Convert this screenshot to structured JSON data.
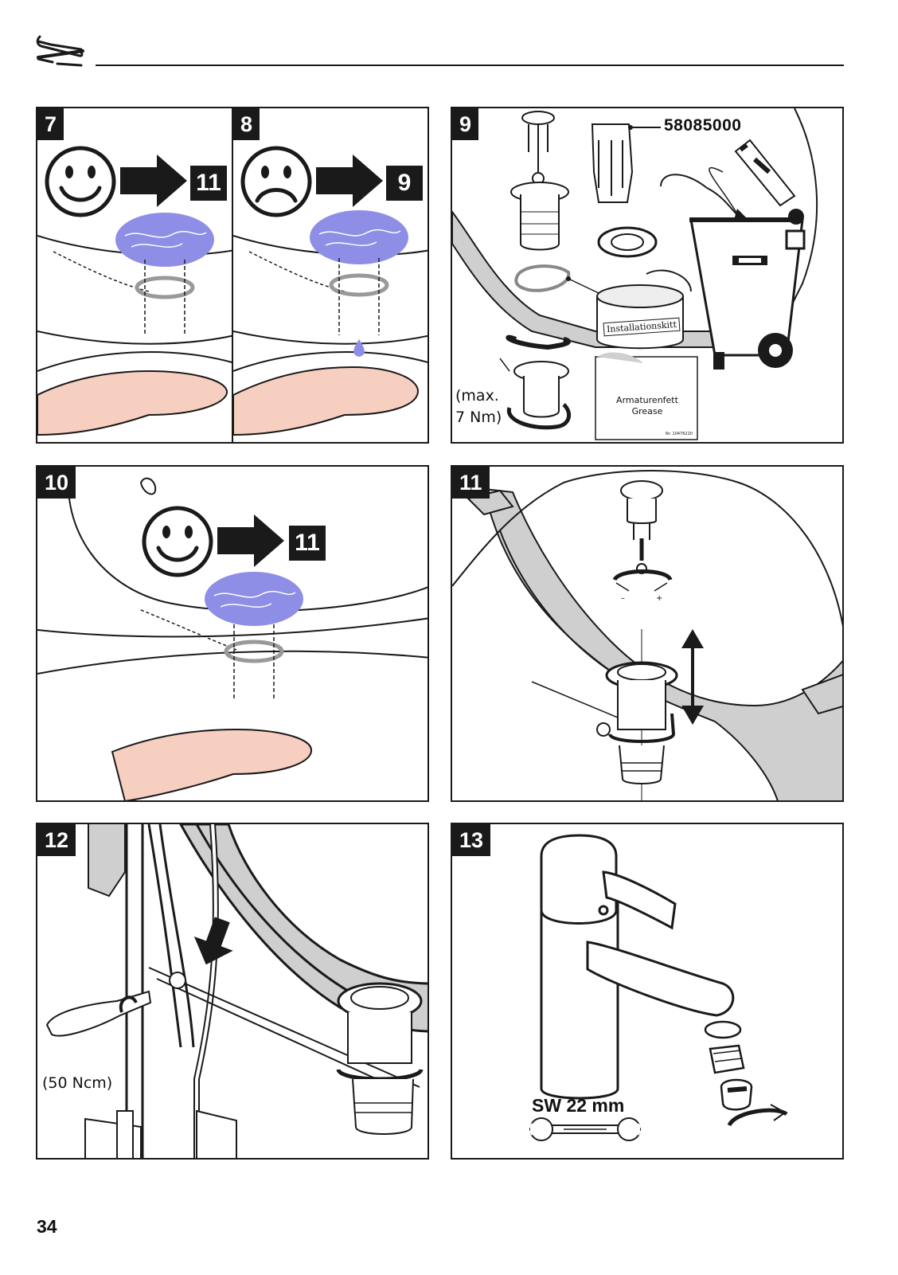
{
  "header": {
    "icon": "wrench-screwdriver-icon"
  },
  "colors": {
    "ink": "#1a1a1a",
    "water": "#8f8ee6",
    "skin": "#f7cfc0",
    "grey": "#cfcfcf"
  },
  "panels": {
    "p7": {
      "step": "7",
      "target": "11",
      "face": "smiley-happy"
    },
    "p8": {
      "step": "8",
      "target": "9",
      "face": "smiley-sad"
    },
    "p9": {
      "step": "9",
      "part_number": "58085000",
      "torque": "(max.\n7 Nm)",
      "putty_label": "Installationskitt",
      "grease_label": "Armaturenfett\nGrease",
      "grease_code": "Nr. 10476220"
    },
    "p10": {
      "step": "10",
      "target": "11",
      "face": "smiley-happy"
    },
    "p11": {
      "step": "11",
      "minus": "–",
      "plus": "+"
    },
    "p12": {
      "step": "12",
      "torque": "(50 Ncm)"
    },
    "p13": {
      "step": "13",
      "wrench_size": "SW 22 mm"
    }
  },
  "footer": {
    "page_number": "34"
  }
}
